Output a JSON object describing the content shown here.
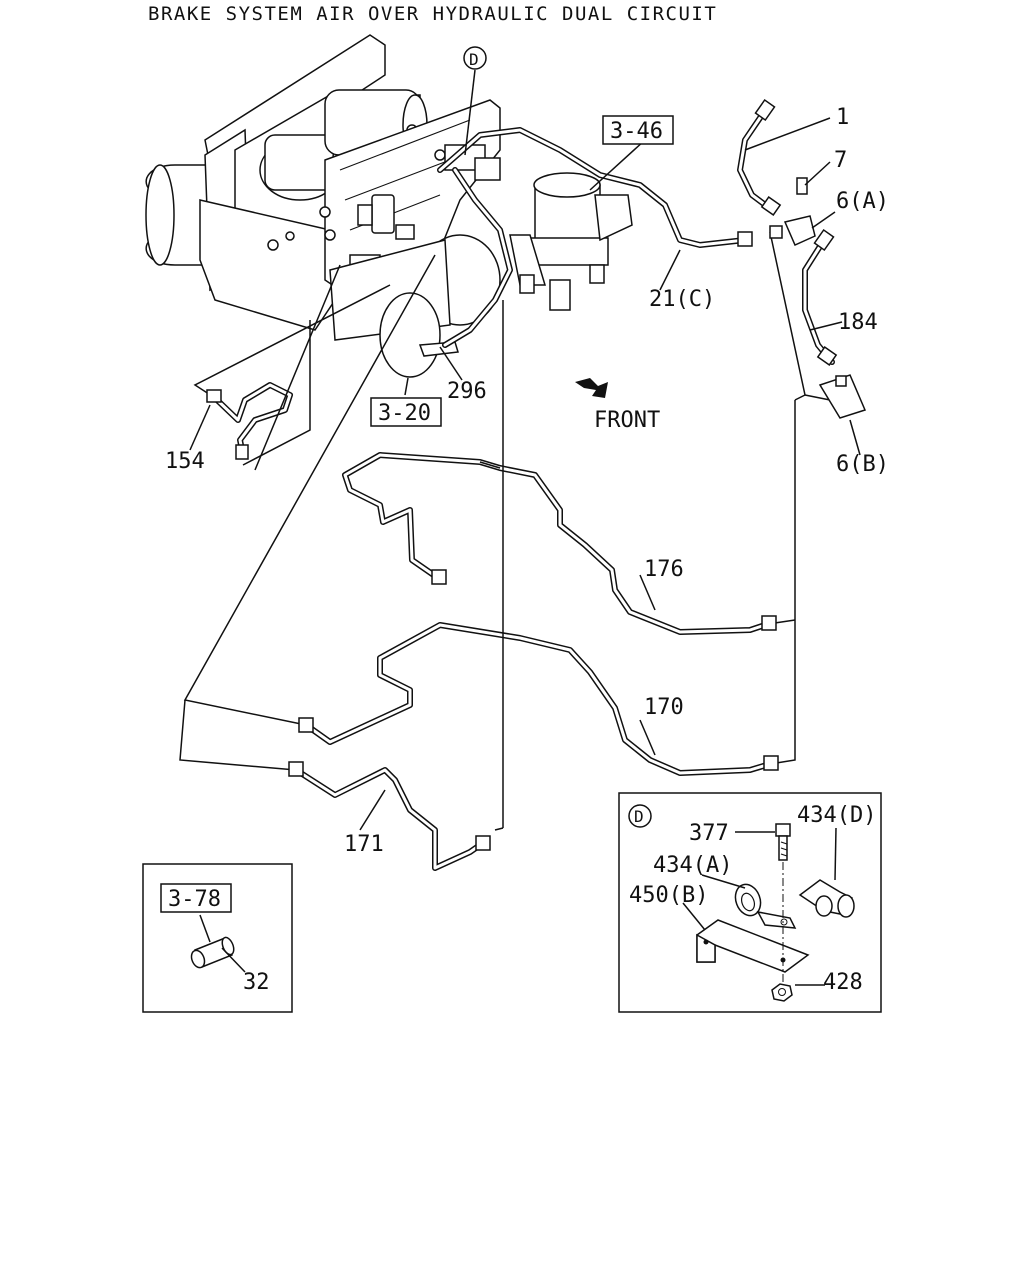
{
  "title": "BRAKE SYSTEM AIR OVER HYDRAULIC DUAL CIRCUIT",
  "callouts": {
    "p1": "1",
    "p7": "7",
    "p6a": "6(A)",
    "p21c": "21(C)",
    "p184": "184",
    "p296": "296",
    "p154": "154",
    "p6b": "6(B)",
    "p176": "176",
    "p170": "170",
    "p171": "171",
    "p32": "32",
    "p377": "377",
    "p434d": "434(D)",
    "p434a": "434(A)",
    "p450b": "450(B)",
    "p428": "428"
  },
  "references": {
    "r346": "3-46",
    "r320": "3-20",
    "r378": "3-78"
  },
  "detail_marker": "D",
  "direction_label": "FRONT"
}
